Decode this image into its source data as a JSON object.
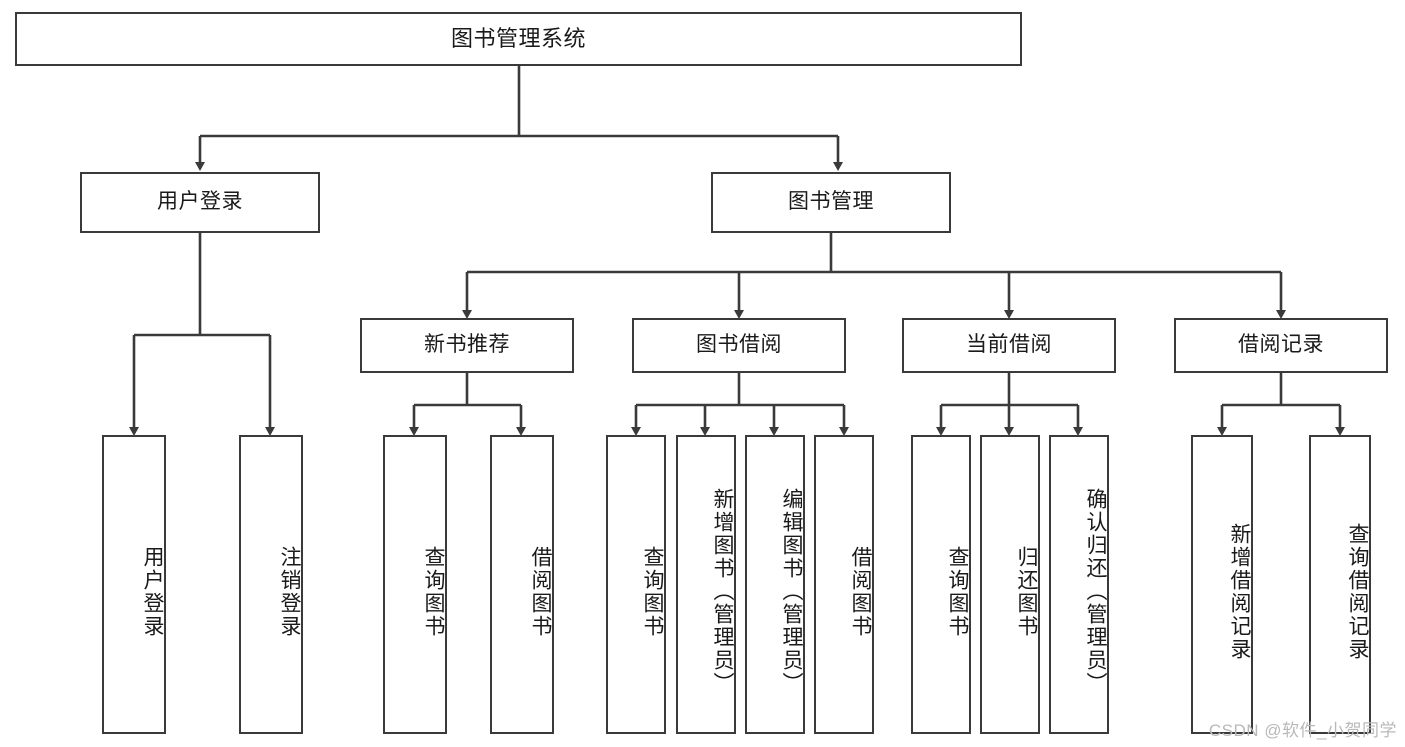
{
  "diagram": {
    "title": "图书管理系统",
    "type": "tree-hierarchy-chart",
    "stroke_color": "#3a3a3a",
    "text_color": "#1a1a1a",
    "background": "#ffffff",
    "levels": {
      "level1": {
        "root_label": "图书管理系统"
      },
      "level2": [
        {
          "id": "user-login",
          "label": "用户登录"
        },
        {
          "id": "book-management",
          "label": "图书管理"
        }
      ],
      "level3": [
        {
          "id": "new-book-recommend",
          "label": "新书推荐"
        },
        {
          "id": "book-borrow",
          "label": "图书借阅"
        },
        {
          "id": "current-borrow",
          "label": "当前借阅"
        },
        {
          "id": "borrow-record",
          "label": "借阅记录"
        }
      ],
      "leaves": {
        "user_login": [
          {
            "id": "leaf-user-login",
            "label": "用户登录"
          },
          {
            "id": "leaf-logout-login",
            "label": "注销登录"
          }
        ],
        "new_book_recommend": [
          {
            "id": "leaf-query-book-1",
            "label": "查询图书"
          },
          {
            "id": "leaf-borrow-book-1",
            "label": "借阅图书"
          }
        ],
        "book_borrow": [
          {
            "id": "leaf-query-book-2",
            "label": "查询图书"
          },
          {
            "id": "leaf-add-book",
            "label": "新增图书（管理员）"
          },
          {
            "id": "leaf-edit-book",
            "label": "编辑图书（管理员）"
          },
          {
            "id": "leaf-borrow-book-2",
            "label": "借阅图书"
          }
        ],
        "current_borrow": [
          {
            "id": "leaf-query-book-3",
            "label": "查询图书"
          },
          {
            "id": "leaf-return-book",
            "label": "归还图书"
          },
          {
            "id": "leaf-confirm-return",
            "label": "确认归还（管理员）"
          }
        ],
        "borrow_record": [
          {
            "id": "leaf-add-borrow-record",
            "label": "新增借阅记录"
          },
          {
            "id": "leaf-query-borrow-record",
            "label": "查询借阅记录"
          }
        ]
      }
    }
  },
  "watermark": {
    "text": "CSDN @软件_小贺同学"
  }
}
